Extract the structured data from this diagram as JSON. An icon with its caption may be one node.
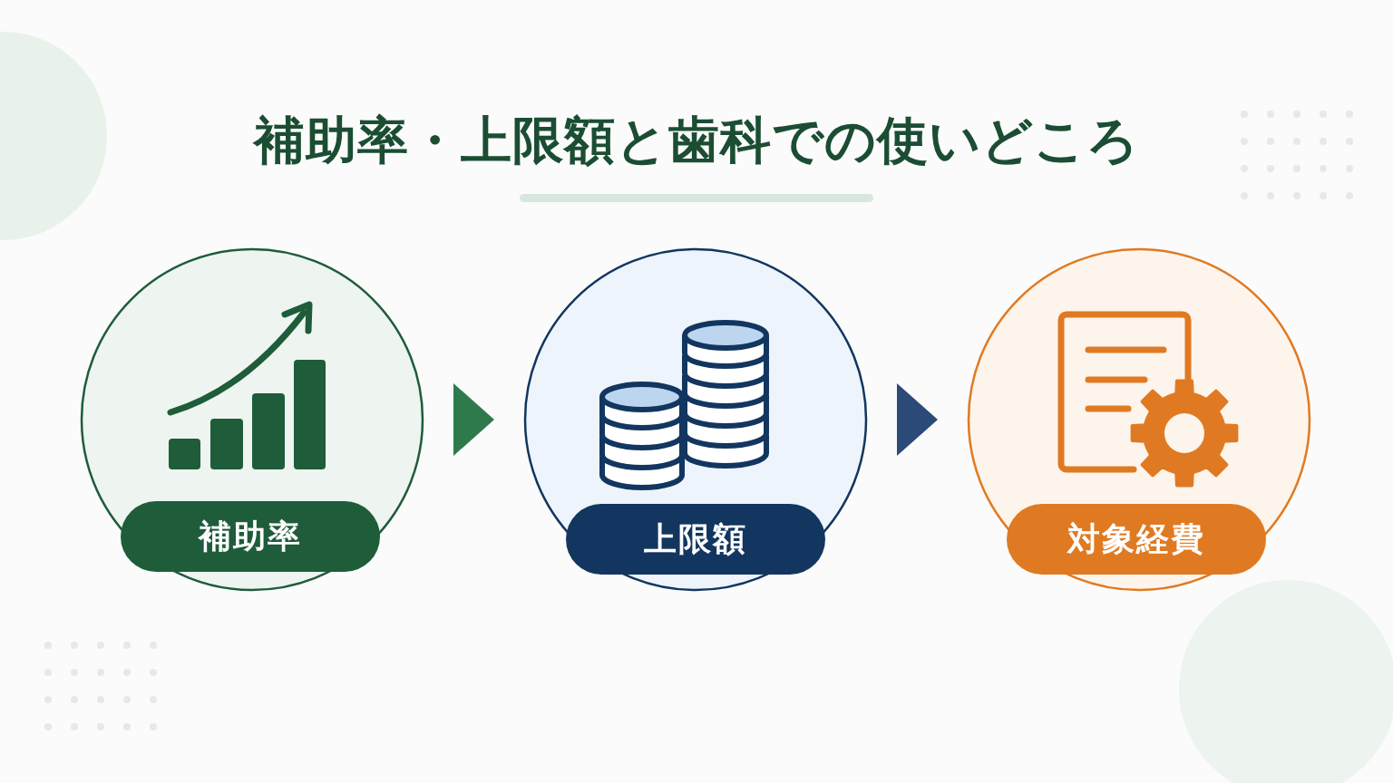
{
  "diagram": {
    "title": "補助率・上限額と歯科での使いどころ",
    "nodes": [
      {
        "text": [
          "補助率"
        ]
      },
      {
        "text": [
          "上限額"
        ]
      },
      {
        "text": [
          "対象経費"
        ]
      }
    ],
    "edges": [
      {
        "from": 0,
        "to": 1,
        "arrow": "to",
        "color": "#2e7a4c"
      },
      {
        "from": 1,
        "to": 2,
        "arrow": "to",
        "color": "#2b4a78"
      }
    ]
  }
}
